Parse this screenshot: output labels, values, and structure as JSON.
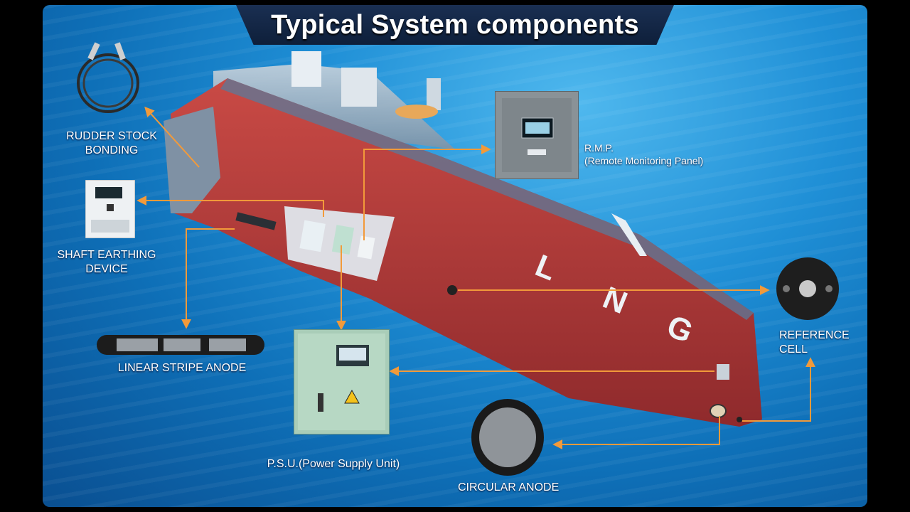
{
  "title": "Typical System components",
  "ship_marking": [
    "L",
    "N",
    "G"
  ],
  "labels": {
    "rudder": [
      "RUDDER STOCK",
      "BONDING"
    ],
    "shaft": [
      "SHAFT EARTHING",
      "DEVICE"
    ],
    "stripe": "LINEAR STRIPE ANODE",
    "psu": "P.S.U.(Power Supply Unit)",
    "circular": "CIRCULAR ANODE",
    "reference": [
      "REFERENCE",
      "CELL"
    ],
    "rmp": [
      "R.M.P.",
      "(Remote Monitoring Panel)"
    ]
  },
  "colors": {
    "hull": "#b83c3c",
    "arrow": "#f29a3a",
    "water": "#1f8fd6"
  }
}
